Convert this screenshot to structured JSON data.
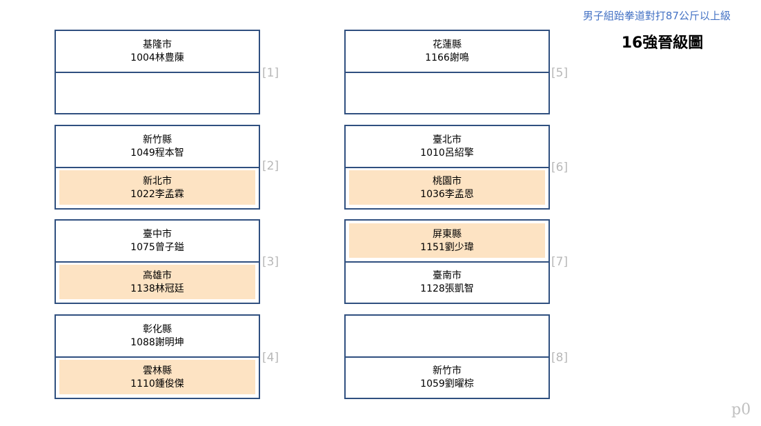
{
  "header": {
    "category": "男子組跆拳道對打87公斤以上級",
    "title": "16強晉級圖"
  },
  "matches": [
    {
      "num": "[1]",
      "top": {
        "team": "基隆市",
        "player": "1004林豊蔯",
        "winner": false
      },
      "bottom": {
        "team": "",
        "player": "",
        "winner": false
      }
    },
    {
      "num": "[2]",
      "top": {
        "team": "新竹縣",
        "player": "1049程本智",
        "winner": false
      },
      "bottom": {
        "team": "新北市",
        "player": "1022李孟霖",
        "winner": true
      }
    },
    {
      "num": "[3]",
      "top": {
        "team": "臺中市",
        "player": "1075曾子鎰",
        "winner": false
      },
      "bottom": {
        "team": "高雄市",
        "player": "1138林冠廷",
        "winner": true
      }
    },
    {
      "num": "[4]",
      "top": {
        "team": "彰化縣",
        "player": "1088謝明坤",
        "winner": false
      },
      "bottom": {
        "team": "雲林縣",
        "player": "1110鍾俊傑",
        "winner": true
      }
    },
    {
      "num": "[5]",
      "top": {
        "team": "花蓮縣",
        "player": "1166謝鳴",
        "winner": false
      },
      "bottom": {
        "team": "",
        "player": "",
        "winner": false
      }
    },
    {
      "num": "[6]",
      "top": {
        "team": "臺北市",
        "player": "1010呂紹擎",
        "winner": false
      },
      "bottom": {
        "team": "桃園市",
        "player": "1036李孟恩",
        "winner": true
      }
    },
    {
      "num": "[7]",
      "top": {
        "team": "屏東縣",
        "player": "1151劉少瑋",
        "winner": true
      },
      "bottom": {
        "team": "臺南市",
        "player": "1128張凱智",
        "winner": false
      }
    },
    {
      "num": "[8]",
      "top": {
        "team": "",
        "player": "",
        "winner": false
      },
      "bottom": {
        "team": "新竹市",
        "player": "1059劉曜棕",
        "winner": false
      }
    }
  ],
  "colors": {
    "winner_fill": "#fde3c3",
    "box_border": "#2f4f7f",
    "header_category": "#4472c4",
    "match_number": "#b8b8b8"
  },
  "page_tag": "p0"
}
